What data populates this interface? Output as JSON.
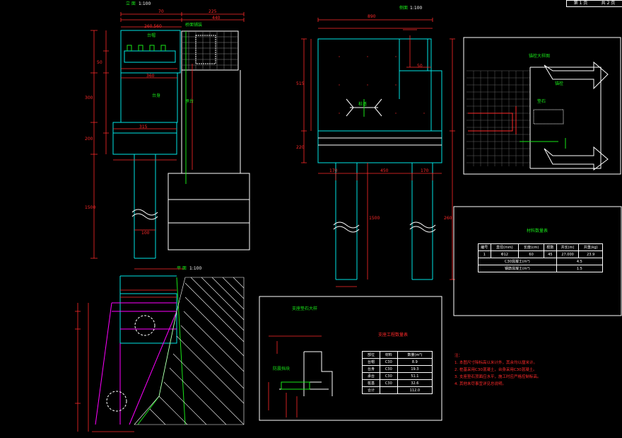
{
  "title_block": {
    "sheet_label": "第 1 页",
    "total_label": "共 2 页"
  },
  "colors": {
    "dim": "#ff2a2a",
    "outline": "#00e5e5",
    "label": "#19e619",
    "accent": "#ff00ff",
    "frame": "#ffffff"
  },
  "views": {
    "side": {
      "title": "立 面",
      "scale": "1:100"
    },
    "front": {
      "title": "侧面",
      "scale": "1:100"
    },
    "plan": {
      "title": "平 面",
      "scale": "1:100"
    },
    "detail_a": {
      "title": "锚栓大样图"
    },
    "detail_b": {
      "title": "支座垫石大样"
    },
    "detail_c": {
      "title": "防震挡块"
    }
  },
  "side_dims": [
    "70",
    "260.560",
    "225",
    "440",
    "50",
    "360",
    "300",
    "200",
    "315",
    "1500",
    "100"
  ],
  "front_dims": [
    "890",
    "515",
    "220",
    "50",
    "170",
    "450",
    "170",
    "1500",
    "260"
  ],
  "leader_labels": {
    "a": "桥面铺装",
    "b": "台帽",
    "c": "台身",
    "d": "承台",
    "e": "桩基",
    "f": "锚栓",
    "g": "垫石"
  },
  "material_table": {
    "title": "材料数量表",
    "headers": [
      "编号",
      "直径(mm)",
      "长度(cm)",
      "根数",
      "共长(m)",
      "共重(kg)"
    ],
    "rows": [
      [
        "1",
        "Φ12",
        "60",
        "45",
        "27.000",
        "23.9"
      ]
    ],
    "summary": [
      {
        "label": "C30混凝土(m³)",
        "value": "4.5"
      },
      {
        "label": "钢筋混凝土(m³)",
        "value": "1.5"
      }
    ]
  },
  "bearing_table": {
    "title": "支座工程数量表",
    "headers": [
      "部位",
      "材料",
      "数量(m³)"
    ],
    "rows": [
      [
        "台帽",
        "C30",
        "8.9"
      ],
      [
        "台身",
        "C30",
        "19.3"
      ],
      [
        "承台",
        "C30",
        "51.1"
      ],
      [
        "桩基",
        "C30",
        "32.6"
      ],
      [
        "合计",
        "",
        "112.0"
      ]
    ]
  },
  "notes": {
    "heading": "注：",
    "lines": [
      "1. 本图尺寸除标高以米计外，其余均以厘米计。",
      "2. 桩基采用C30混凝土，台身采用C30混凝土。",
      "3. 支座垫石顶面应水平，施工时应严格控制标高。",
      "4. 其他未尽事宜详见总说明。"
    ]
  }
}
